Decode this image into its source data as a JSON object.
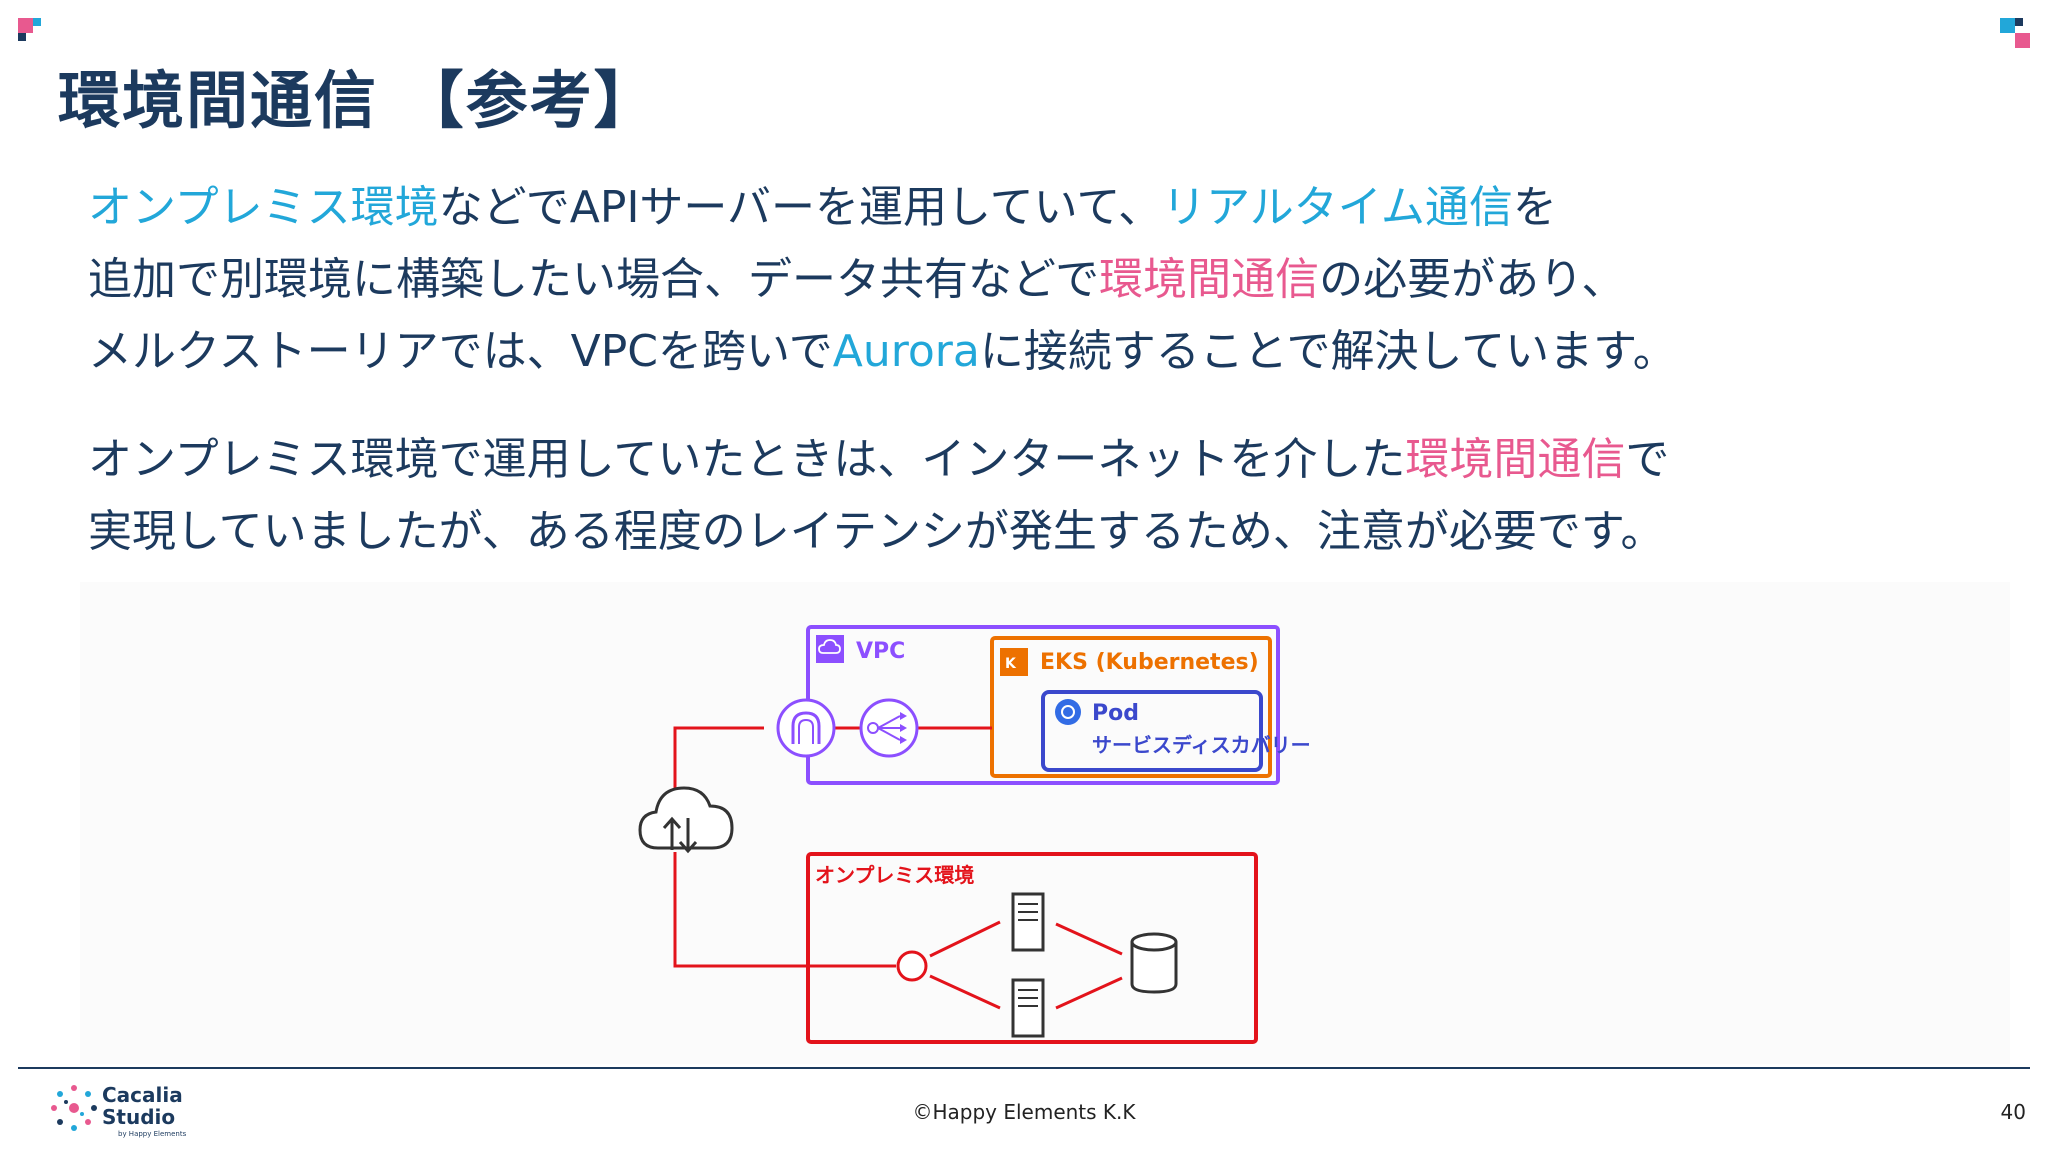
{
  "slide": {
    "title": "環境間通信 【参考】",
    "paragraph1": {
      "line1": [
        {
          "text": "オンプレミス環境",
          "style": "blue"
        },
        {
          "text": "などでAPIサーバーを運用していて、",
          "style": "normal"
        },
        {
          "text": "リアルタイム通信",
          "style": "blue"
        },
        {
          "text": "を",
          "style": "normal"
        }
      ],
      "line2": [
        {
          "text": "追加で別環境に構築したい場合、データ共有などで",
          "style": "normal"
        },
        {
          "text": "環境間通信",
          "style": "pink"
        },
        {
          "text": "の必要があり、",
          "style": "normal"
        }
      ],
      "line3": [
        {
          "text": "メルクストーリアでは、VPCを跨いで",
          "style": "normal"
        },
        {
          "text": "Aurora",
          "style": "blue"
        },
        {
          "text": "に接続することで解決しています。",
          "style": "normal"
        }
      ]
    },
    "paragraph2": {
      "line1": [
        {
          "text": "オンプレミス環境で運用していたときは、インターネットを介した",
          "style": "normal"
        },
        {
          "text": "環境間通信",
          "style": "pink"
        },
        {
          "text": "で",
          "style": "normal"
        }
      ],
      "line2": [
        {
          "text": "実現していましたが、ある程度のレイテンシが発生するため、注意が必要です。",
          "style": "normal"
        }
      ]
    }
  },
  "diagram": {
    "vpc_label": "VPC",
    "eks_label": "EKS (Kubernetes)",
    "pod_label": "Pod",
    "pod_sub_label": "サービスディスカバリー",
    "onprem_label": "オンプレミス環境"
  },
  "footer": {
    "logo_line1": "Cacalia",
    "logo_line2": "Studio",
    "logo_sub": "by Happy Elements",
    "copyright": "©Happy Elements K.K",
    "page_number": "40"
  },
  "colors": {
    "navy": "#1c3a5e",
    "highlight_blue": "#22a7d9",
    "highlight_pink": "#e8598f",
    "vpc_purple": "#8c4fff",
    "eks_orange": "#ed7100",
    "pod_blue": "#3b48cc",
    "onprem_red": "#e3131b"
  }
}
